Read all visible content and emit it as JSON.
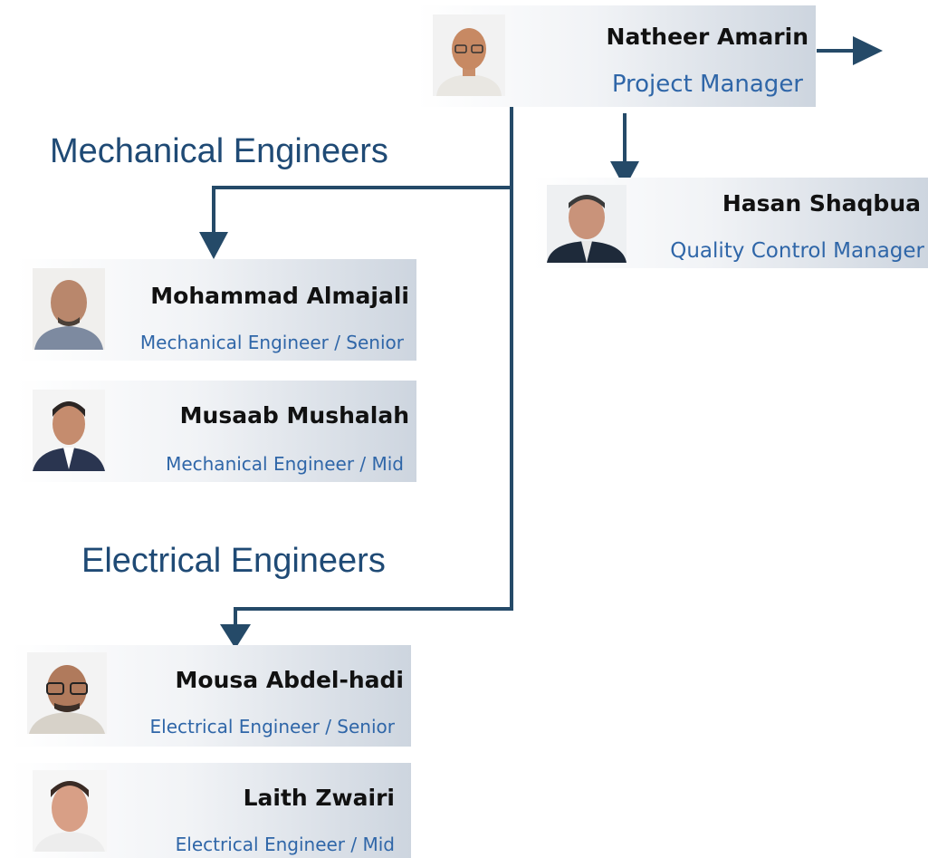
{
  "manager": {
    "name": "Natheer Amarin",
    "role": "Project Manager"
  },
  "qc": {
    "name": "Hasan Shaqbua",
    "role": "Quality Control Manager"
  },
  "mechanical": {
    "title": "Mechanical Engineers",
    "members": [
      {
        "name": "Mohammad Almajali",
        "role": "Mechanical Engineer / Senior"
      },
      {
        "name": "Musaab Mushalah",
        "role": "Mechanical Engineer / Mid"
      }
    ]
  },
  "electrical": {
    "title": "Electrical Engineers",
    "members": [
      {
        "name": "Mousa Abdel-hadi",
        "role": "Electrical Engineer / Senior"
      },
      {
        "name": "Laith Zwairi",
        "role": "Electrical Engineer / Mid"
      }
    ]
  },
  "colors": {
    "connector": "#254a68",
    "role_text": "#2f66a8",
    "section_title": "#1f4a75"
  }
}
